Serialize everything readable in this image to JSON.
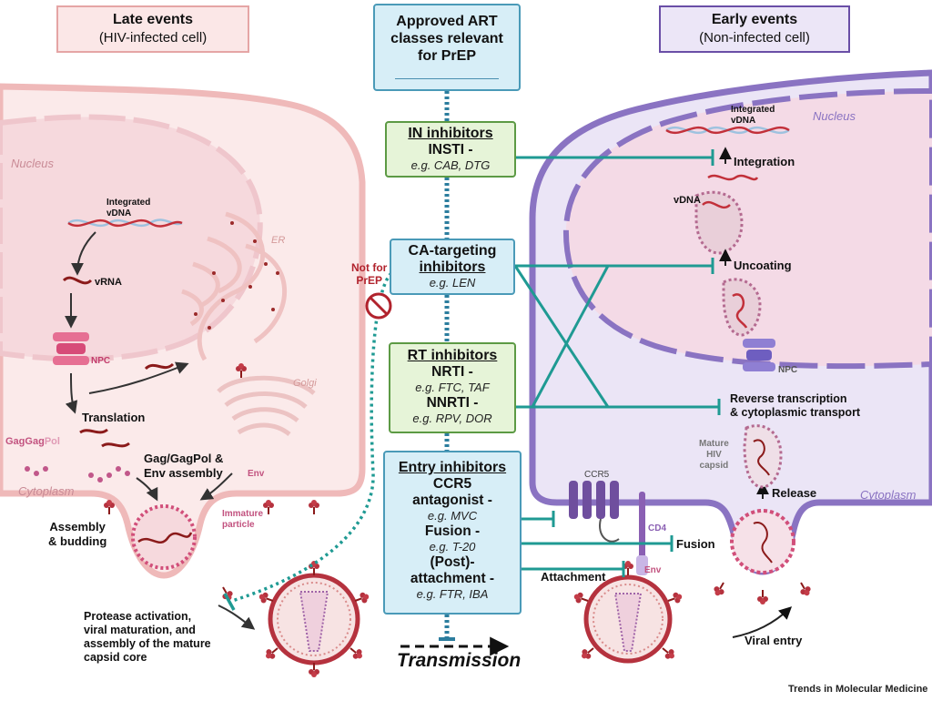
{
  "late_header": {
    "title": "Late events",
    "subtitle": "(HIV-infected cell)"
  },
  "early_header": {
    "title": "Early events",
    "subtitle": "(Non-infected cell)"
  },
  "art_classes": {
    "title": "Approved ART classes relevant for PrEP",
    "line1": "Approved ART",
    "line2": "classes relevant",
    "line3": "for PrEP"
  },
  "in_inhibitors": {
    "title": "IN inhibitors",
    "subclass": "INSTI -",
    "examples": "e.g. CAB, DTG"
  },
  "ca_inhibitors": {
    "title_line1": "CA-targeting",
    "title_line2": "inhibitors",
    "examples": "e.g. LEN"
  },
  "rt_inhibitors": {
    "title": "RT inhibitors",
    "nrti": "NRTI -",
    "nrti_examples": "e.g. FTC, TAF",
    "nnrti": "NNRTI -",
    "nnrti_examples": "e.g. RPV, DOR"
  },
  "entry_inhibitors": {
    "title": "Entry inhibitors",
    "ccr5_line1": "CCR5",
    "ccr5_line2": "antagonist -",
    "ccr5_examples": "e.g. MVC",
    "fusion": "Fusion -",
    "fusion_examples": "e.g. T-20",
    "post_line1": "(Post)-",
    "post_line2": "attachment -",
    "post_examples": "e.g. FTR, IBA"
  },
  "not_for_prep": {
    "line1": "Not for",
    "line2": "PrEP"
  },
  "left_labels": {
    "nucleus": "Nucleus",
    "integrated_line1": "Integrated",
    "integrated_line2": "vDNA",
    "vrna": "vRNA",
    "npc": "NPC",
    "er": "ER",
    "golgi": "Golgi",
    "translation": "Translation",
    "gag": "Gag",
    "gagpol_gag": "Gag",
    "gagpol_pol": "Pol",
    "env": "Env",
    "assembly_line1": "Gag/GagPol &",
    "assembly_line2": "Env assembly",
    "cytoplasm": "Cytoplasm",
    "immature_line1": "Immature",
    "immature_line2": "particle",
    "budding_line1": "Assembly",
    "budding_line2": "& budding",
    "protease_line1": "Protease activation,",
    "protease_line2": "viral maturation, and",
    "protease_line3": "assembly of the mature",
    "protease_line4": "capsid core"
  },
  "right_labels": {
    "nucleus": "Nucleus",
    "integrated_line1": "Integrated",
    "integrated_line2": "vDNA",
    "integration": "Integration",
    "vdna": "vDNA",
    "uncoating": "Uncoating",
    "npc": "NPC",
    "rt_line1": "Reverse transcription",
    "rt_line2": "& cytoplasmic transport",
    "mature_line1": "Mature",
    "mature_line2": "HIV",
    "mature_line3": "capsid",
    "release": "Release",
    "cytoplasm": "Cytoplasm",
    "ccr5": "CCR5",
    "cd4": "CD4",
    "fusion": "Fusion",
    "env": "Env",
    "attachment": "Attachment",
    "viral_entry": "Viral entry"
  },
  "transmission": "Transmission",
  "journal": "Trends in Molecular Medicine",
  "colors": {
    "teal": "#1f9a93",
    "pink_membrane": "#efb9b9",
    "purple_membrane": "#8a73c2",
    "virus_red": "#b5323e",
    "dark_red": "#8b1a1a"
  }
}
